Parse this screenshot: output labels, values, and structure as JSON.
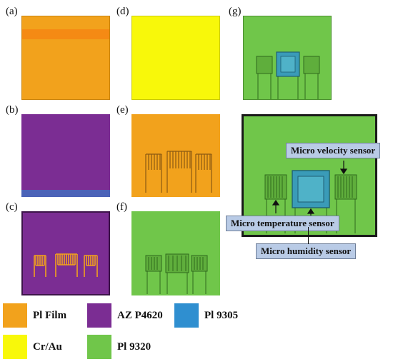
{
  "panels": {
    "a": "(a)",
    "b": "(b)",
    "c": "(c)",
    "d": "(d)",
    "e": "(e)",
    "f": "(f)",
    "g": "(g)"
  },
  "callouts": {
    "velocity": "Micro velocity sensor",
    "temperature": "Micro temperature sensor",
    "humidity": "Micro humidity sensor"
  },
  "legend": [
    {
      "name": "Pl Film",
      "color": "#f2a21c"
    },
    {
      "name": "AZ P4620",
      "color": "#7b2d93"
    },
    {
      "name": "Pl 9305",
      "color": "#2f8fd0"
    },
    {
      "name": "Cr/Au",
      "color": "#f8f80a"
    },
    {
      "name": "Pl 9320",
      "color": "#70c64a"
    }
  ],
  "colors": {
    "pi_film": "#f2a21c",
    "az_p4620": "#7b2d93",
    "pi_9305": "#3a9bb8",
    "cr_au": "#f8f80a",
    "pi_9320": "#70c64a",
    "border": "#1a1a1a"
  }
}
